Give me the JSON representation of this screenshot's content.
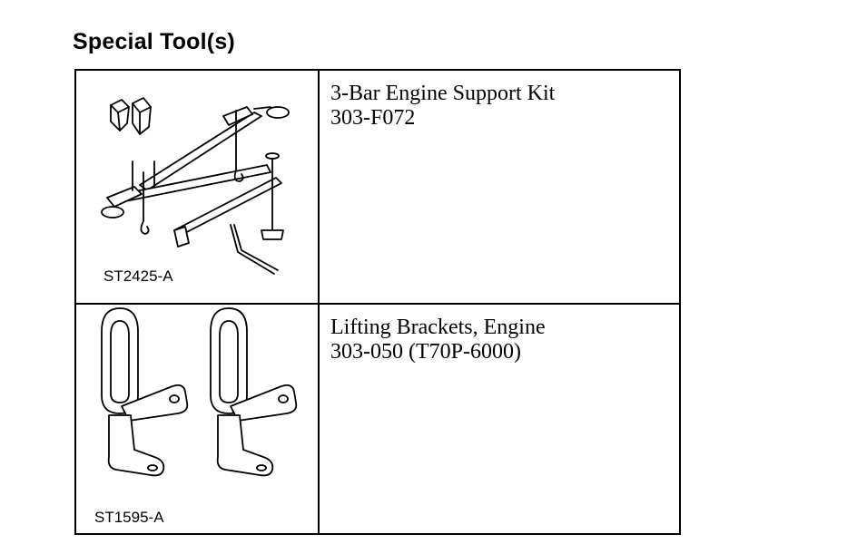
{
  "page": {
    "title": "Special Tool(s)"
  },
  "tools": [
    {
      "name": "3-Bar Engine Support Kit",
      "number": "303-F072",
      "illustration_code": "ST2425-A",
      "illustration": "engine-support-kit-icon"
    },
    {
      "name": "Lifting Brackets, Engine",
      "number": "303-050 (T70P-6000)",
      "illustration_code": "ST1595-A",
      "illustration": "lifting-brackets-icon"
    }
  ]
}
